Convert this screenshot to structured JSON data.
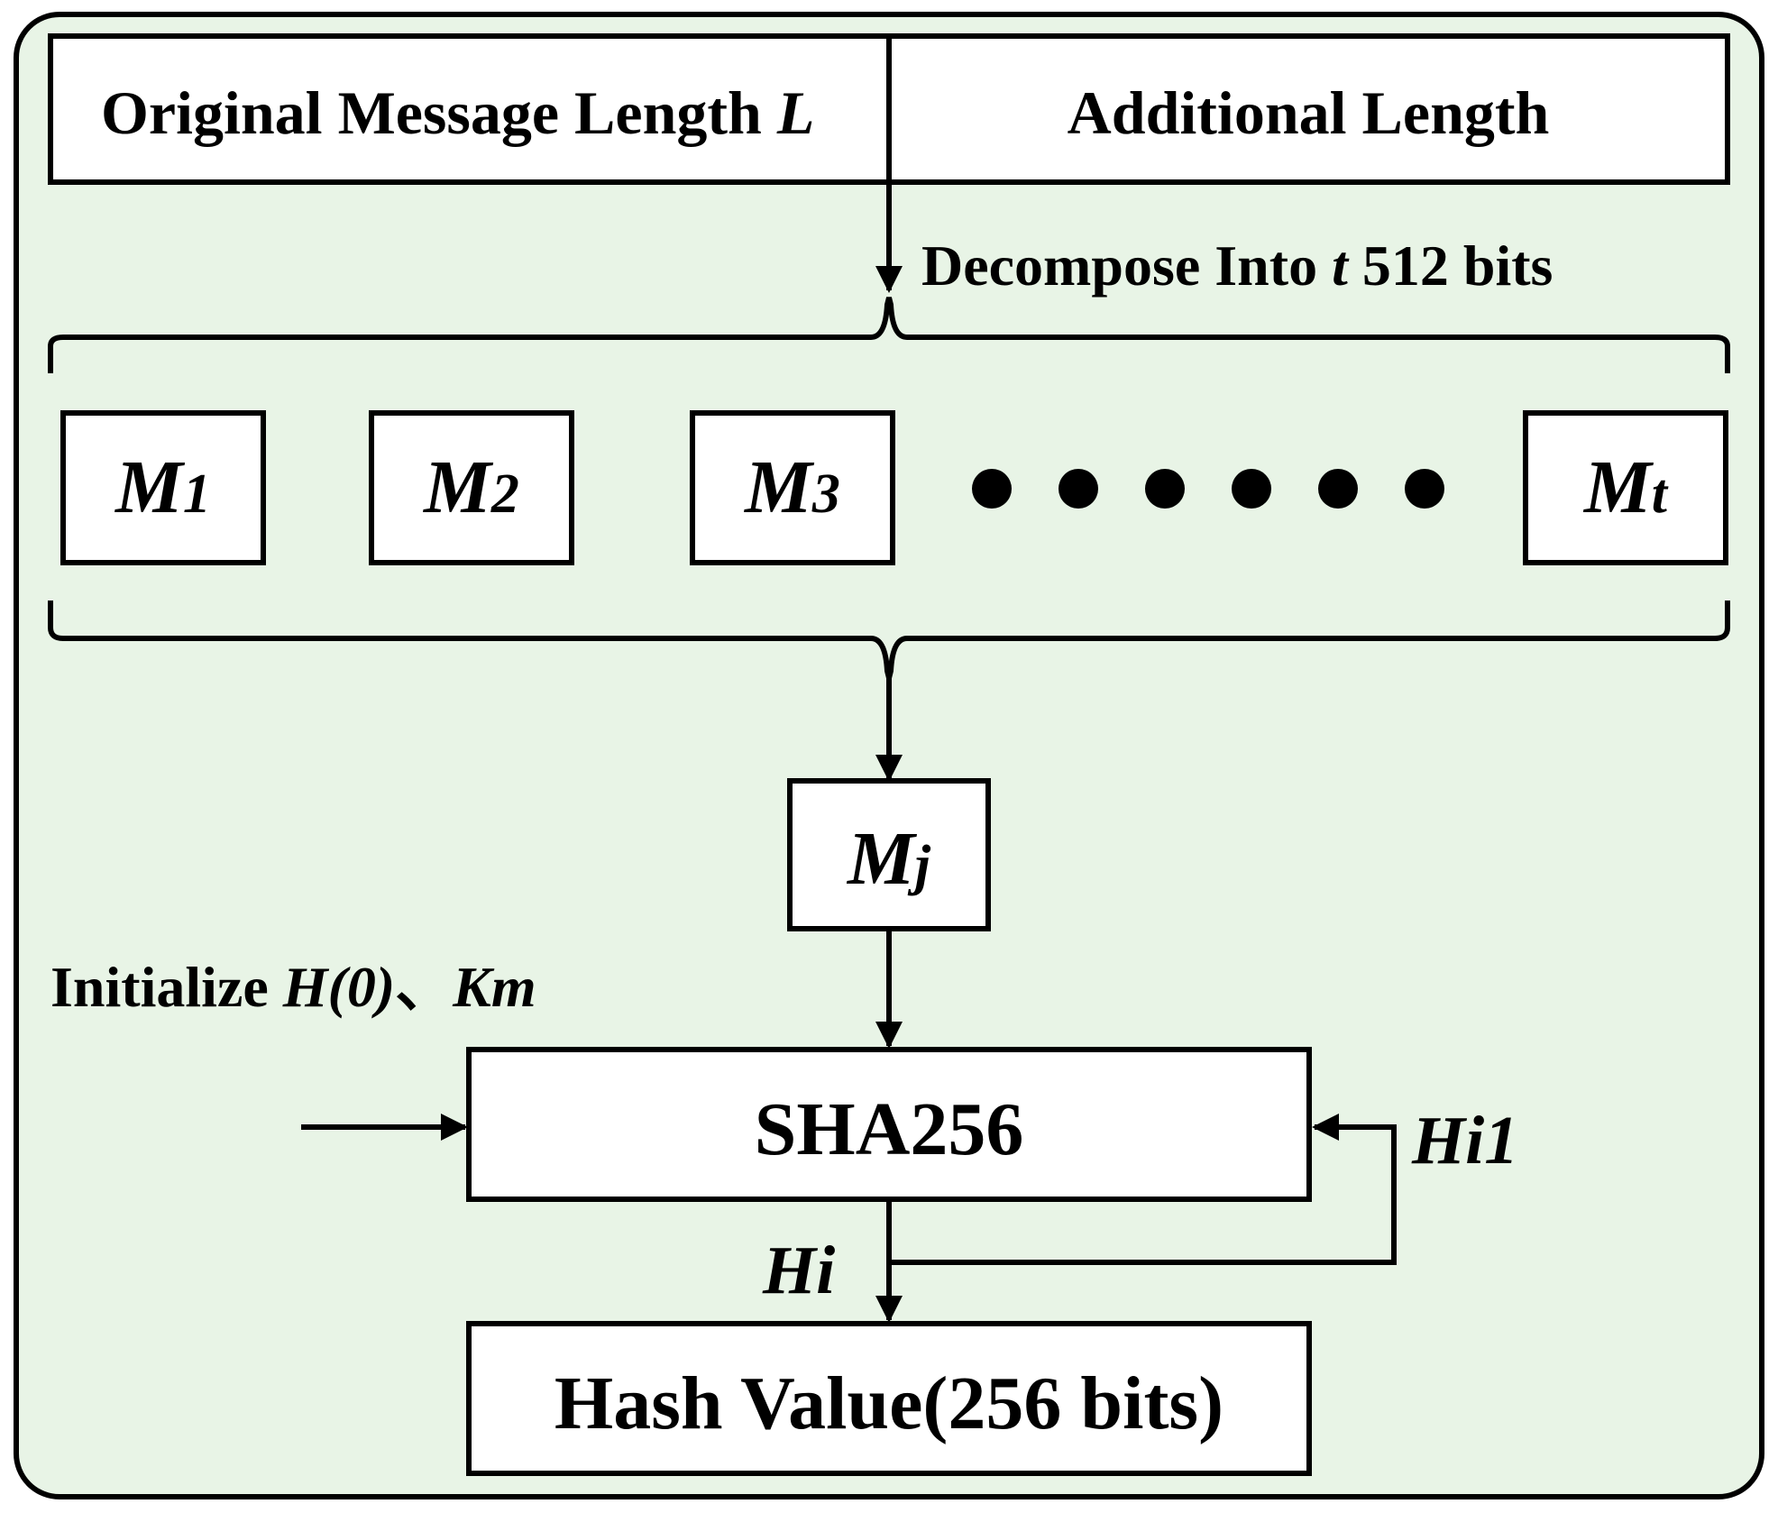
{
  "header": {
    "original_label": "Original Message Length ",
    "original_symbol": "L",
    "additional_label": "Additional Length"
  },
  "decompose": {
    "prefix": "Decompose Into ",
    "symbol": "t",
    "suffix": " 512 bits"
  },
  "blocks": [
    {
      "letter": "M",
      "sub": "1"
    },
    {
      "letter": "M",
      "sub": "2"
    },
    {
      "letter": "M",
      "sub": "3"
    },
    {
      "letter": "M",
      "sub": "t"
    }
  ],
  "ellipsis_dot_count": 6,
  "selected_block": {
    "letter": "M",
    "sub": "j"
  },
  "initialize": {
    "prefix": "Initialize ",
    "h0": "H(0)",
    "separator": "、",
    "km": "Km"
  },
  "sha_label": "SHA256",
  "feedback_label": "Hi1",
  "output_label": "Hi",
  "hash_label": "Hash Value(256 bits)",
  "colors": {
    "panel_background": "#e8f4e6",
    "stroke": "#000000",
    "box_fill": "#ffffff"
  }
}
